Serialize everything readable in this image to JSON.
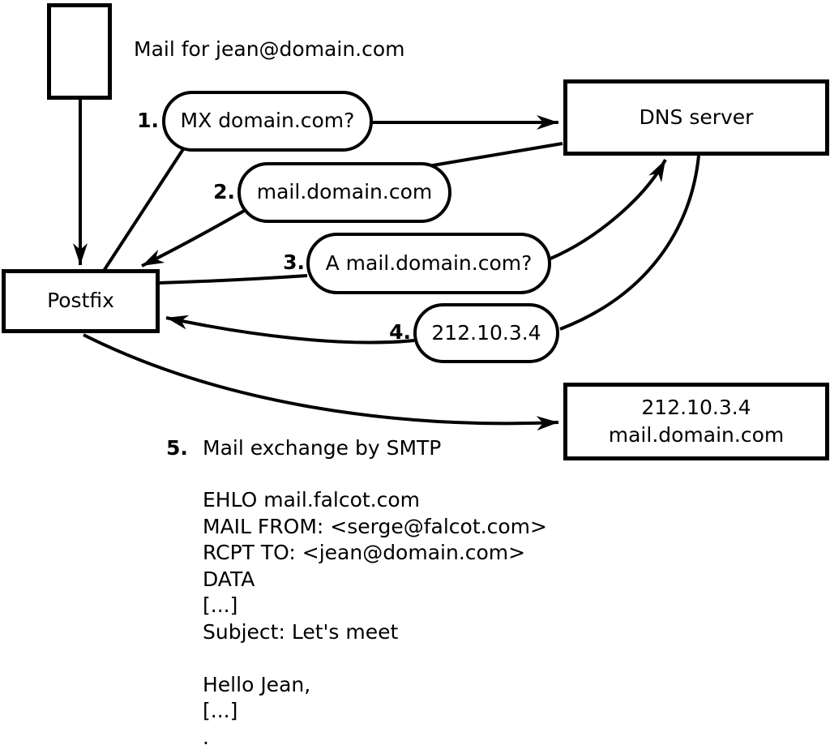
{
  "colors": {
    "ink": "#000000",
    "background": "#ffffff"
  },
  "labels": {
    "mail_for": "Mail for jean@domain.com"
  },
  "nodes": {
    "postfix": "Postfix",
    "dns_server": "DNS server",
    "mail_server": {
      "line1": "212.10.3.4",
      "line2": "mail.domain.com"
    }
  },
  "steps": [
    {
      "num": "1.",
      "label": "MX domain.com?"
    },
    {
      "num": "2.",
      "label": "mail.domain.com"
    },
    {
      "num": "3.",
      "label": "A mail.domain.com?"
    },
    {
      "num": "4.",
      "label": "212.10.3.4"
    },
    {
      "num": "5.",
      "label": "Mail exchange by SMTP"
    }
  ],
  "smtp_session": {
    "lines": [
      "EHLO mail.falcot.com",
      "MAIL FROM: <serge@falcot.com>",
      "RCPT TO: <jean@domain.com>",
      "DATA",
      "[...]",
      "Subject: Let's meet",
      "",
      "Hello Jean,",
      "[...]",
      "."
    ]
  }
}
